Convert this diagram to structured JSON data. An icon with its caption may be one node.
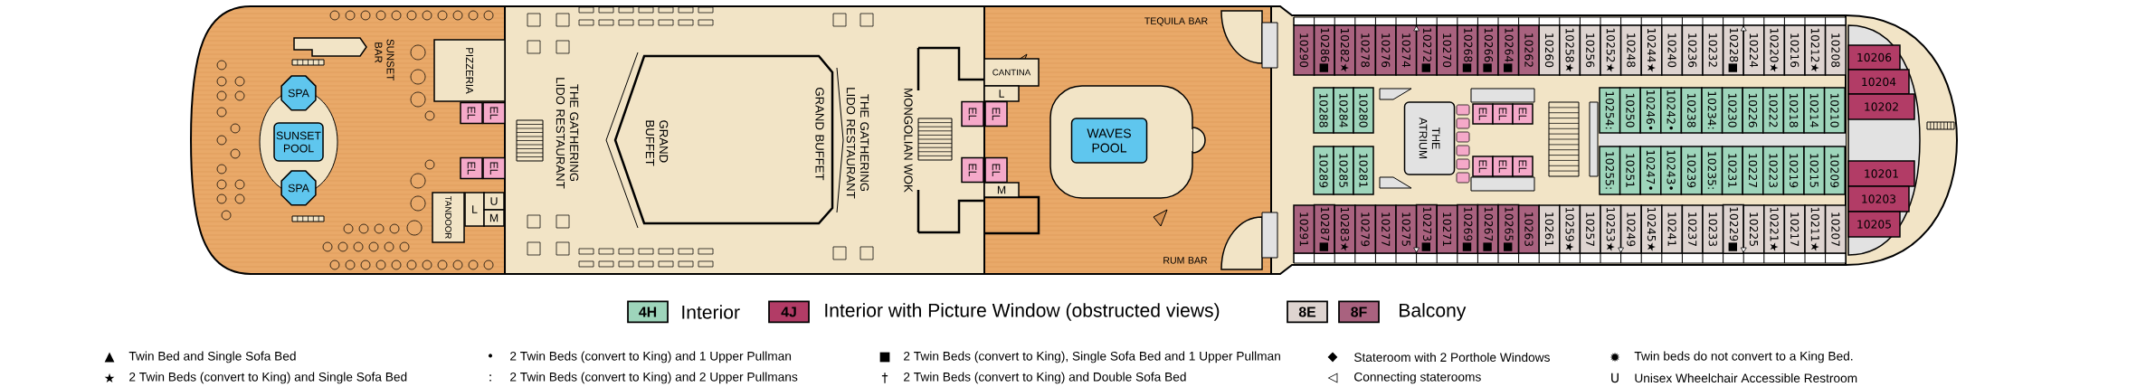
{
  "diagram": {
    "nodes": [
      {
        "text": [
          "SPA"
        ]
      },
      {
        "text": [
          "SUNSET POOL"
        ]
      },
      {
        "text": [
          "SPA"
        ]
      },
      {
        "text": [
          "PIZZERIA"
        ]
      },
      {
        "text": [
          "EL"
        ]
      },
      {
        "text": [
          "EL"
        ]
      },
      {
        "text": [
          "EL"
        ]
      },
      {
        "text": [
          "EL"
        ]
      },
      {
        "text": [
          "TANDOOR"
        ]
      },
      {
        "text": [
          "L"
        ]
      },
      {
        "text": [
          "U"
        ]
      },
      {
        "text": [
          "M"
        ]
      },
      {
        "text": [
          "GRAND BUFFET",
          "GRAND BUFFET"
        ]
      },
      {
        "text": [
          "CANTINA"
        ]
      },
      {
        "text": [
          "L"
        ]
      },
      {
        "text": [
          "EL"
        ]
      },
      {
        "text": [
          "EL"
        ]
      },
      {
        "text": [
          "EL"
        ]
      },
      {
        "text": [
          "EL"
        ]
      },
      {
        "text": [
          "M"
        ]
      },
      {
        "text": [
          "WAVES POOL"
        ]
      },
      {
        "text": [
          "THE ATRIUM"
        ]
      },
      {
        "text": [
          "EL"
        ]
      },
      {
        "text": [
          "EL"
        ]
      },
      {
        "text": [
          "EL"
        ]
      },
      {
        "text": [
          "EL"
        ]
      },
      {
        "text": [
          "EL"
        ]
      },
      {
        "text": [
          "EL"
        ]
      },
      {
        "text": [
          "10290"
        ]
      },
      {
        "text": [
          "10286■"
        ]
      },
      {
        "text": [
          "10282★"
        ]
      },
      {
        "text": [
          "10278"
        ]
      },
      {
        "text": [
          "10276"
        ]
      },
      {
        "text": [
          "10274"
        ]
      },
      {
        "text": [
          "10272■"
        ]
      },
      {
        "text": [
          "10270"
        ]
      },
      {
        "text": [
          "10268■"
        ]
      },
      {
        "text": [
          "10266■"
        ]
      },
      {
        "text": [
          "10264■"
        ]
      },
      {
        "text": [
          "10262"
        ]
      },
      {
        "text": [
          "10260"
        ]
      },
      {
        "text": [
          "10258★"
        ]
      },
      {
        "text": [
          "10256"
        ]
      },
      {
        "text": [
          "10252★"
        ]
      },
      {
        "text": [
          "10248"
        ]
      },
      {
        "text": [
          "10244★"
        ]
      },
      {
        "text": [
          "10240"
        ]
      },
      {
        "text": [
          "10236"
        ]
      },
      {
        "text": [
          "10232"
        ]
      },
      {
        "text": [
          "10228■"
        ]
      },
      {
        "text": [
          "10224"
        ]
      },
      {
        "text": [
          "10220★"
        ]
      },
      {
        "text": [
          "10216"
        ]
      },
      {
        "text": [
          "10212★"
        ]
      },
      {
        "text": [
          "10208"
        ]
      },
      {
        "text": [
          "10288"
        ]
      },
      {
        "text": [
          "10284"
        ]
      },
      {
        "text": [
          "10280"
        ]
      },
      {
        "text": [
          "10254:"
        ]
      },
      {
        "text": [
          "10250"
        ]
      },
      {
        "text": [
          "10246•"
        ]
      },
      {
        "text": [
          "10242•"
        ]
      },
      {
        "text": [
          "10238"
        ]
      },
      {
        "text": [
          "10234:"
        ]
      },
      {
        "text": [
          "10230"
        ]
      },
      {
        "text": [
          "10226"
        ]
      },
      {
        "text": [
          "10222"
        ]
      },
      {
        "text": [
          "10218"
        ]
      },
      {
        "text": [
          "10214"
        ]
      },
      {
        "text": [
          "10210"
        ]
      },
      {
        "text": [
          "10289"
        ]
      },
      {
        "text": [
          "10285"
        ]
      },
      {
        "text": [
          "10281"
        ]
      },
      {
        "text": [
          "10255:"
        ]
      },
      {
        "text": [
          "10251"
        ]
      },
      {
        "text": [
          "10247•"
        ]
      },
      {
        "text": [
          "10243•"
        ]
      },
      {
        "text": [
          "10239"
        ]
      },
      {
        "text": [
          "10235:"
        ]
      },
      {
        "text": [
          "10231"
        ]
      },
      {
        "text": [
          "10227"
        ]
      },
      {
        "text": [
          "10223"
        ]
      },
      {
        "text": [
          "10219"
        ]
      },
      {
        "text": [
          "10215"
        ]
      },
      {
        "text": [
          "10209"
        ]
      },
      {
        "text": [
          "10291"
        ]
      },
      {
        "text": [
          "10287■"
        ]
      },
      {
        "text": [
          "10283★"
        ]
      },
      {
        "text": [
          "10279"
        ]
      },
      {
        "text": [
          "10277"
        ]
      },
      {
        "text": [
          "10275"
        ]
      },
      {
        "text": [
          "10273■"
        ]
      },
      {
        "text": [
          "10271"
        ]
      },
      {
        "text": [
          "10269■"
        ]
      },
      {
        "text": [
          "10267■"
        ]
      },
      {
        "text": [
          "10265■"
        ]
      },
      {
        "text": [
          "10263"
        ]
      },
      {
        "text": [
          "10261"
        ]
      },
      {
        "text": [
          "10259★"
        ]
      },
      {
        "text": [
          "10257"
        ]
      },
      {
        "text": [
          "10253★"
        ]
      },
      {
        "text": [
          "10249"
        ]
      },
      {
        "text": [
          "10245★"
        ]
      },
      {
        "text": [
          "10241"
        ]
      },
      {
        "text": [
          "10237"
        ]
      },
      {
        "text": [
          "10233"
        ]
      },
      {
        "text": [
          "10229■"
        ]
      },
      {
        "text": [
          "10225"
        ]
      },
      {
        "text": [
          "10221★"
        ]
      },
      {
        "text": [
          "10217"
        ]
      },
      {
        "text": [
          "10211★"
        ]
      },
      {
        "text": [
          "10207"
        ]
      },
      {
        "text": [
          "10206"
        ]
      },
      {
        "text": [
          "10204"
        ]
      },
      {
        "text": [
          "10202"
        ]
      },
      {
        "text": [
          "10201"
        ]
      },
      {
        "text": [
          "10203"
        ]
      },
      {
        "text": [
          "10205"
        ]
      }
    ],
    "labels": [
      "SUNSET BAR",
      "THE GATHERING LIDO RESTAURANT",
      "THE GATHERING LIDO RESTAURANT",
      "MONGOLIAN WOK",
      "TEQUILA BAR",
      "RUM BAR",
      "4H",
      "4J",
      "8E",
      "8F",
      "▲",
      "•",
      "■",
      "◆",
      "✹",
      "★",
      ":",
      "†",
      "◁",
      "U"
    ],
    "legend": [
      {
        "text": "Interior",
        "color": "#9ed5bb"
      },
      {
        "text": "Interior with Picture Window (obstructed views)",
        "color": "#b23c66"
      },
      {
        "text": "Balcony",
        "color": "#a9627f"
      },
      {
        "text": "Twin Bed and Single Sofa Bed"
      },
      {
        "text": "2 Twin Beds (convert to King) and 1 Upper Pullman"
      },
      {
        "text": "2 Twin Beds (convert to King), Single Sofa Bed and 1 Upper Pullman"
      },
      {
        "text": "Stateroom with 2 Porthole Windows"
      },
      {
        "text": "Twin beds do not convert to a King Bed."
      },
      {
        "text": "2 Twin Beds (convert to King) and Single Sofa Bed"
      },
      {
        "text": "2 Twin Beds (convert to King) and 2 Upper Pullmans"
      },
      {
        "text": "2 Twin Beds (convert to King) and Double Sofa Bed"
      },
      {
        "text": "Connecting staterooms"
      },
      {
        "text": "Unisex Wheelchair Accessible Restroom"
      }
    ]
  }
}
